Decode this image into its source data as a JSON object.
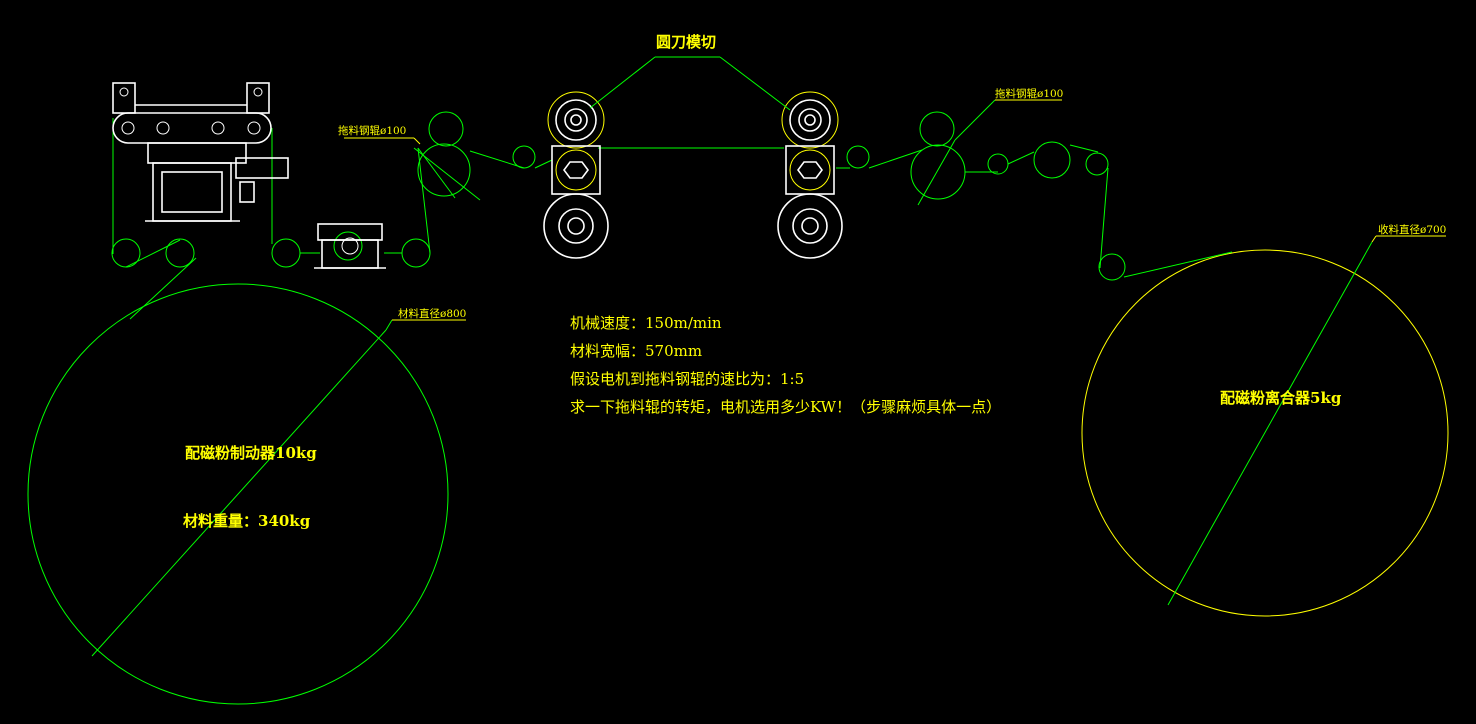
{
  "labels": {
    "cutter_title": "圆刀模切",
    "left_roller": "拖料钢辊ø100",
    "right_roller": "拖料钢辊ø100",
    "unwind_diameter": "材料直径ø800",
    "rewind_diameter": "收料直径ø700",
    "brake": "配磁粉制动器10kg",
    "material_weight": "材料重量：340kg",
    "clutch": "配磁粉离合器5kg"
  },
  "notes": [
    "机械速度：150m/min",
    "材料宽幅：570mm",
    "假设电机到拖料钢辊的速比为：1:5",
    "求一下拖料辊的转矩，电机选用多少KW！（步骤麻烦具体一点）"
  ],
  "colors": {
    "background": "#000000",
    "web_path": "#00ff00",
    "annotation": "#ffff00",
    "machine": "#ffffff"
  }
}
